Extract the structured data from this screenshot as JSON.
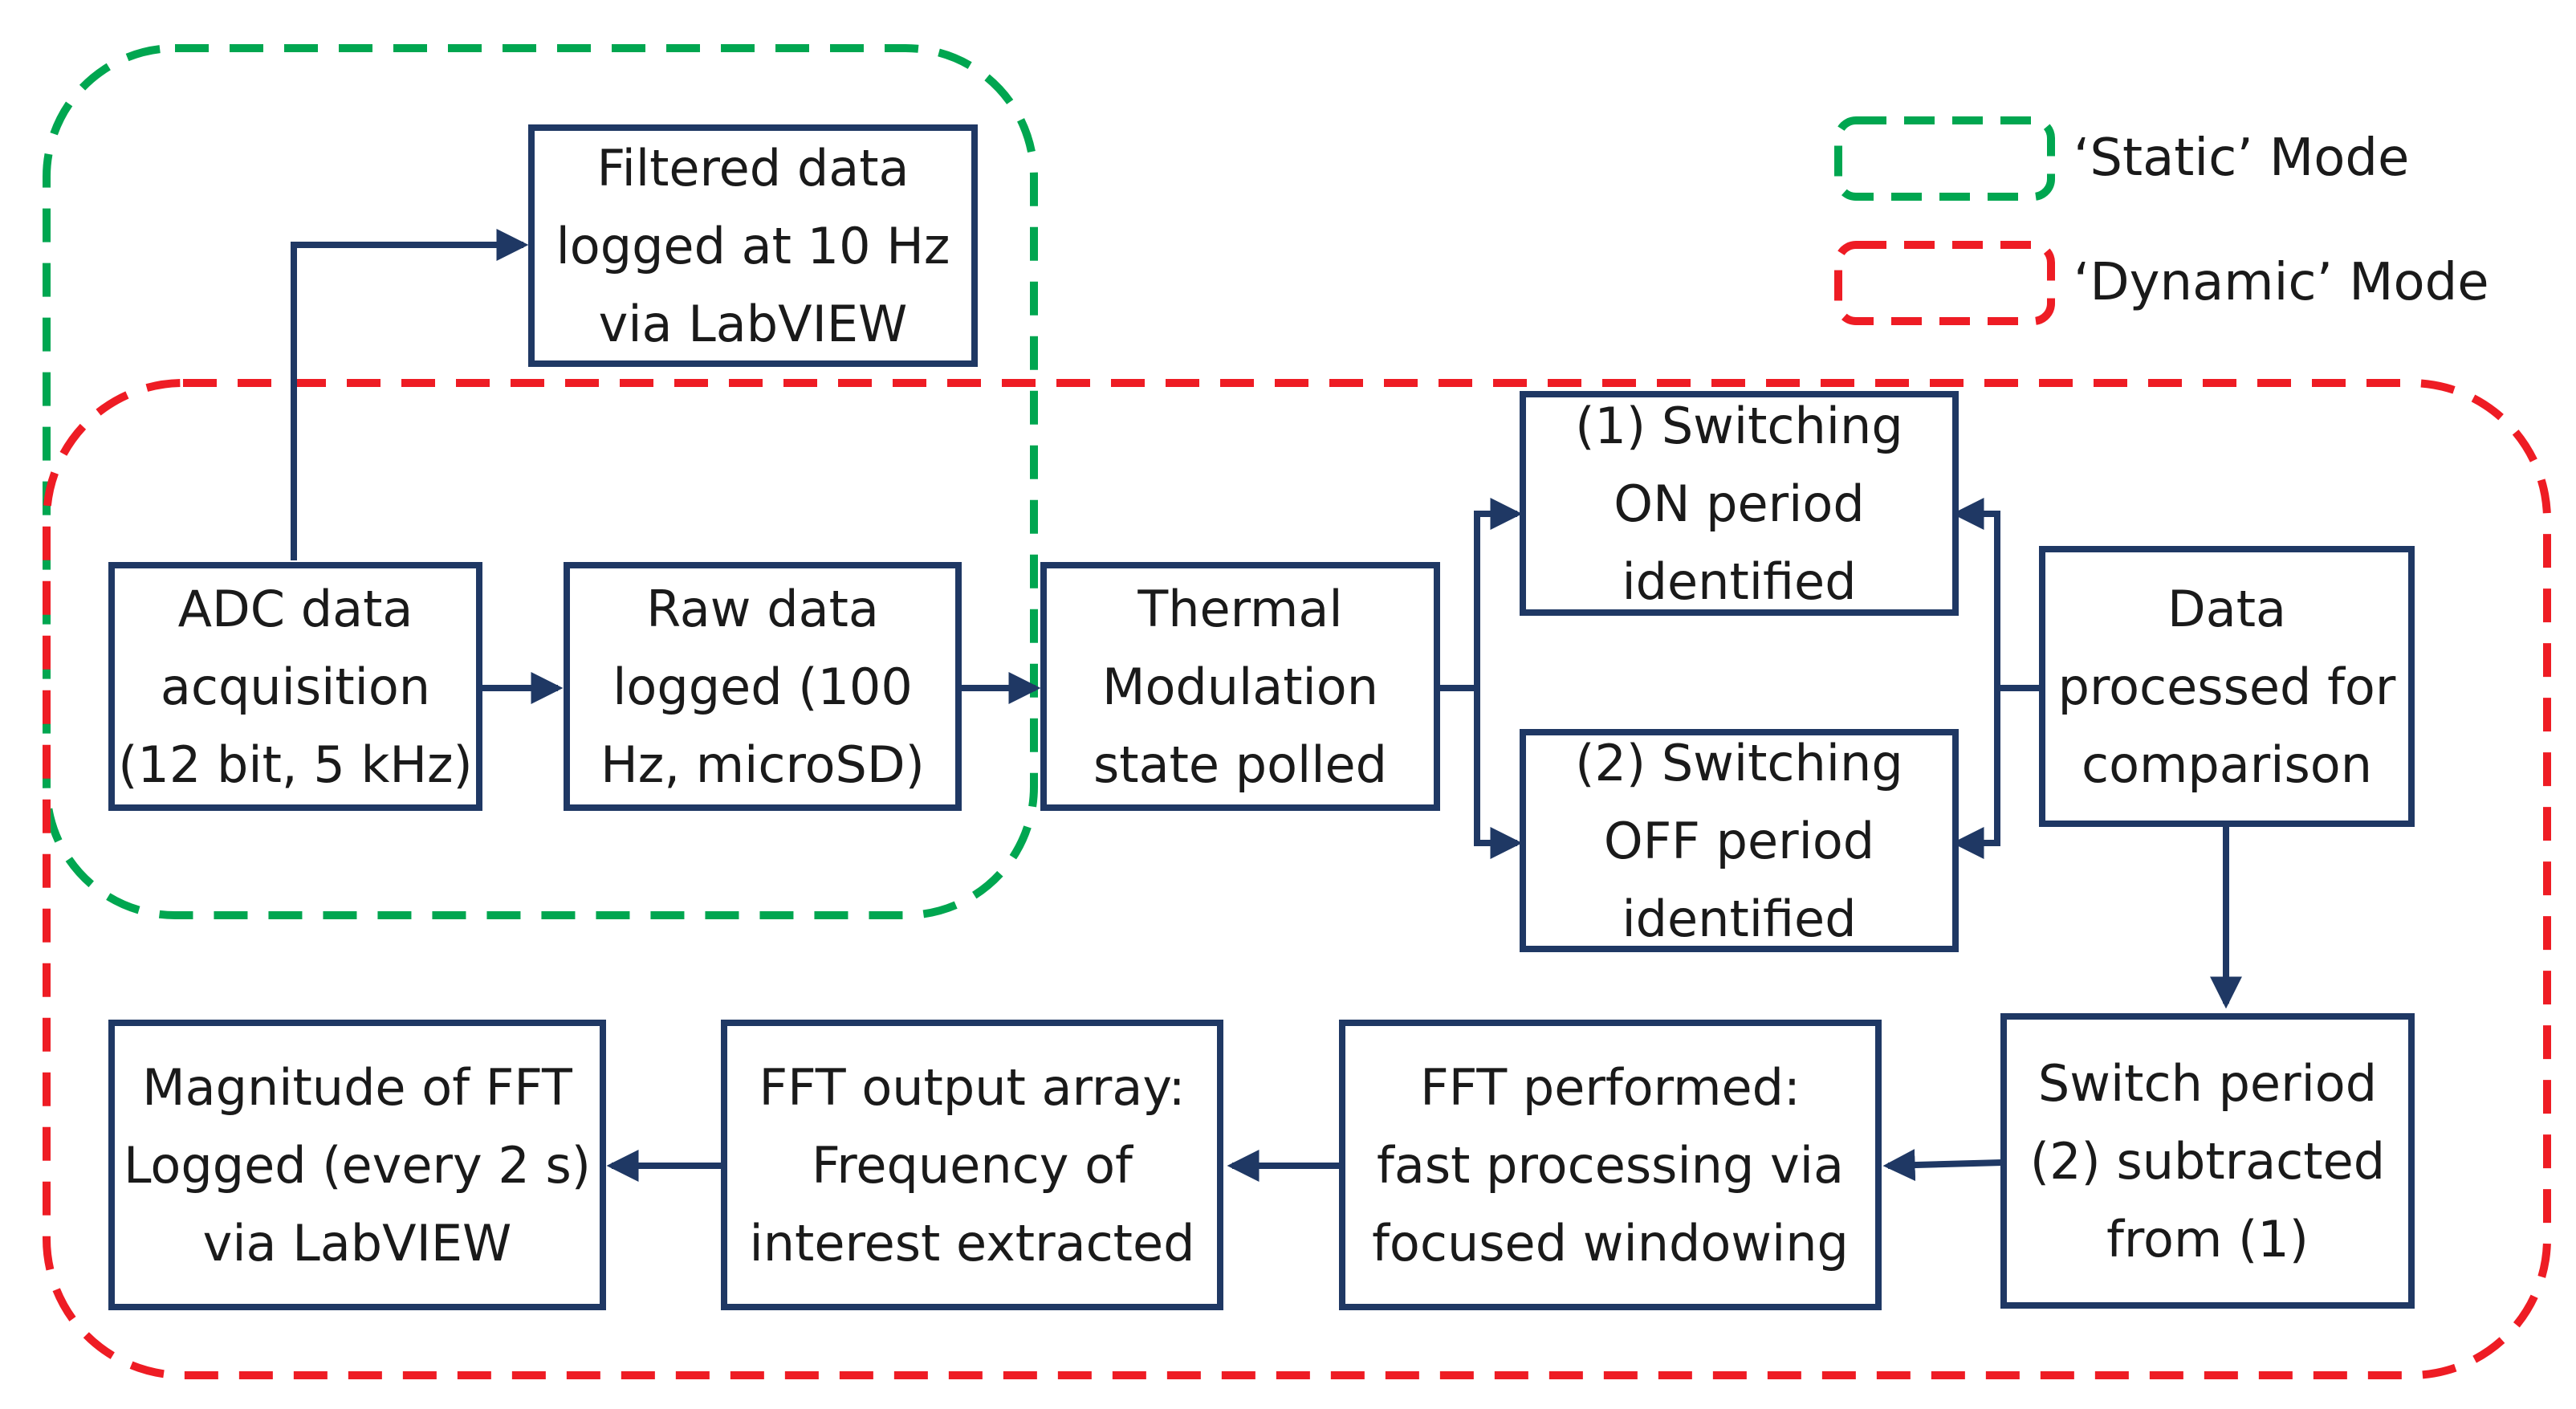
{
  "colors": {
    "box_border": "#1f3864",
    "arrow": "#1f3864",
    "static_mode": "#00a650",
    "dynamic_mode": "#ee1c24"
  },
  "legend": {
    "static_label": "‘Static’ Mode",
    "dynamic_label": "‘Dynamic’ Mode"
  },
  "nodes": {
    "filtered_data": "Filtered data\nlogged at 10 Hz\nvia LabVIEW",
    "adc_acquisition": "ADC data\nacquisition\n(12 bit, 5 kHz)",
    "raw_data": "Raw data\nlogged (100\nHz, microSD)",
    "thermal_modulation": "Thermal\nModulation\nstate polled",
    "switching_on": "(1) Switching\nON period\nidentified",
    "switching_off": "(2) Switching\nOFF period\nidentified",
    "data_processed": "Data\nprocessed for\ncomparison",
    "switch_subtracted": "Switch period\n(2) subtracted\nfrom (1)",
    "fft_performed": "FFT performed:\nfast processing via\nfocused windowing",
    "fft_output": "FFT output array:\nFrequency of\ninterest extracted",
    "magnitude_logged": "Magnitude of FFT\nLogged (every 2 s)\nvia LabVIEW"
  }
}
